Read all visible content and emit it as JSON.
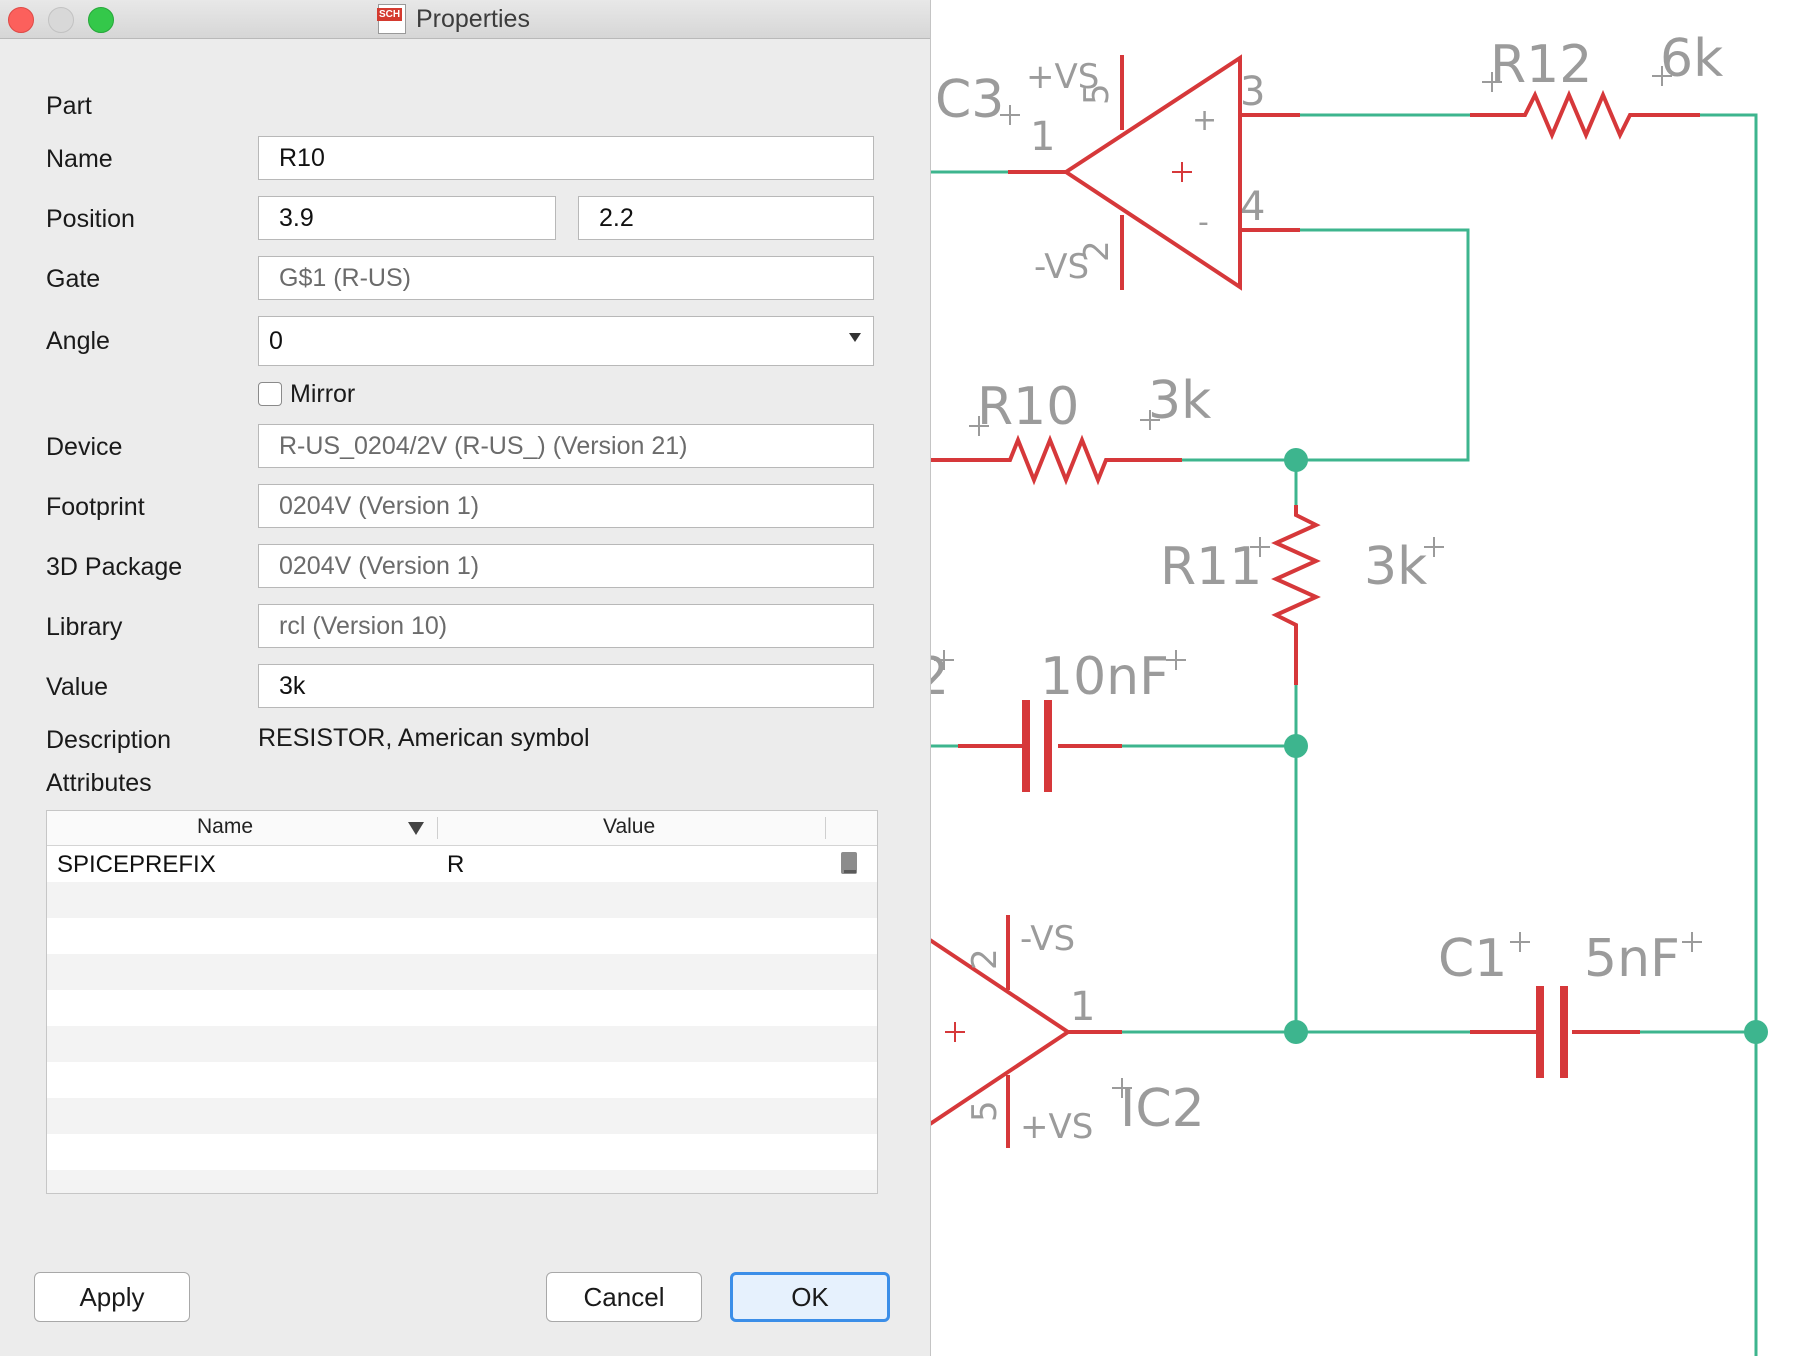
{
  "window": {
    "title": "Properties",
    "icon_text": "SCH"
  },
  "form": {
    "part_heading": "Part",
    "name_label": "Name",
    "name_value": "R10",
    "position_label": "Position",
    "position_x": "3.9",
    "position_y": "2.2",
    "gate_label": "Gate",
    "gate_value": "G$1 (R-US)",
    "angle_label": "Angle",
    "angle_value": "0",
    "mirror_label": "Mirror",
    "device_label": "Device",
    "device_value": "R-US_0204/2V (R-US_) (Version 21)",
    "footprint_label": "Footprint",
    "footprint_value": "0204V (Version 1)",
    "package3d_label": "3D Package",
    "package3d_value": "0204V (Version 1)",
    "library_label": "Library",
    "library_value": "rcl (Version 10)",
    "value_label": "Value",
    "value_value": "3k",
    "description_label": "Description",
    "description_value": "RESISTOR, American symbol",
    "attributes_label": "Attributes"
  },
  "attributes": {
    "columns": {
      "name": "Name",
      "value": "Value"
    },
    "rows": [
      {
        "name": "SPICEPREFIX",
        "value": "R"
      }
    ]
  },
  "buttons": {
    "apply": "Apply",
    "cancel": "Cancel",
    "ok": "OK"
  },
  "schematic": {
    "labels": {
      "c3": "C3",
      "c3_pin1": "1",
      "vs_plus_top": "+VS",
      "pin5_top": "5",
      "pin2_top": "2",
      "vs_minus_top": "-VS",
      "op1_pin3": "3",
      "op1_pin4": "4",
      "op1_plus": "+",
      "op1_minus": "-",
      "r12": "R12",
      "r12_value": "6k",
      "r10": "R10",
      "r10_value": "3k",
      "r11": "R11",
      "r11_value": "3k",
      "c2_value": "10nF",
      "c2_partial": "2",
      "vs_minus_bottom": "-VS",
      "pin2_bottom": "2",
      "pin1_bottom": "1",
      "pin5_bottom": "5",
      "vs_plus_bottom": "+VS",
      "ic2": "IC2",
      "op2_plus": "+",
      "c1": "C1",
      "c1_value": "5nF"
    },
    "colors": {
      "net": "#3db58e",
      "part": "#d6383a",
      "label": "#9b9b9b"
    }
  }
}
